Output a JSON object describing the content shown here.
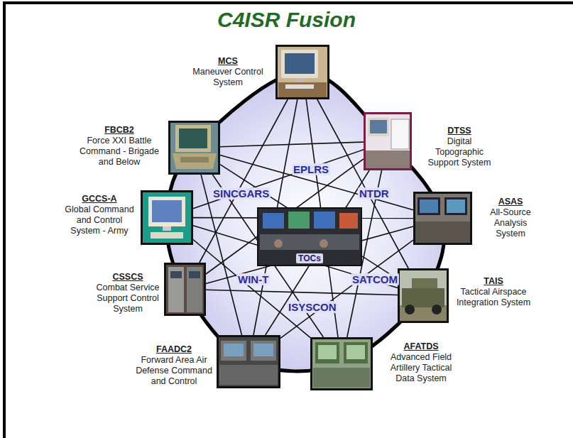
{
  "diagram": {
    "title": "C4ISR Fusion",
    "nodes": [
      {
        "text": [
          "MCS",
          "Maneuver Control System"
        ]
      },
      {
        "text": [
          "FBCB2",
          "Force XXI Battle Command - Brigade and Below"
        ]
      },
      {
        "text": [
          "DTSS",
          "Digital Topographic Support System"
        ]
      },
      {
        "text": [
          "GCCS-A",
          "Global Command and Control System - Army"
        ]
      },
      {
        "text": [
          "ASAS",
          "All-Source Analysis System"
        ]
      },
      {
        "text": [
          "TOCs"
        ]
      },
      {
        "text": [
          "CSSCS",
          "Combat Service Support Control System"
        ]
      },
      {
        "text": [
          "TAIS",
          "Tactical Airspace Integration System"
        ]
      },
      {
        "text": [
          "FAADC2",
          "Forward Area Air Defense Command and Control"
        ]
      },
      {
        "text": [
          "AFATDS",
          "Advanced Field Artillery Tactical Data System"
        ]
      }
    ],
    "edges": [
      {
        "from": 0,
        "to": 8,
        "arrow": "none"
      },
      {
        "from": 0,
        "to": 9,
        "arrow": "none"
      },
      {
        "from": 0,
        "to": 6,
        "arrow": "none"
      },
      {
        "from": 0,
        "to": 7,
        "arrow": "none"
      },
      {
        "from": 1,
        "to": 2,
        "arrow": "none"
      },
      {
        "from": 1,
        "to": 4,
        "arrow": "none"
      },
      {
        "from": 1,
        "to": 7,
        "arrow": "none"
      },
      {
        "from": 1,
        "to": 9,
        "arrow": "none"
      },
      {
        "from": 1,
        "to": 8,
        "arrow": "none"
      },
      {
        "from": 2,
        "to": 3,
        "arrow": "none"
      },
      {
        "from": 2,
        "to": 6,
        "arrow": "none"
      },
      {
        "from": 2,
        "to": 8,
        "arrow": "none"
      },
      {
        "from": 2,
        "to": 9,
        "arrow": "none"
      },
      {
        "from": 3,
        "to": 4,
        "arrow": "none"
      },
      {
        "from": 3,
        "to": 7,
        "arrow": "none"
      },
      {
        "from": 3,
        "to": 9,
        "arrow": "none"
      },
      {
        "from": 4,
        "to": 6,
        "arrow": "none"
      },
      {
        "from": 4,
        "to": 8,
        "arrow": "none"
      },
      {
        "from": 6,
        "to": 7,
        "arrow": "none"
      }
    ],
    "labels": [
      "EPLRS",
      "SINCGARS",
      "NTDR",
      "WIN-T",
      "SATCOM",
      "ISYSCON"
    ]
  }
}
